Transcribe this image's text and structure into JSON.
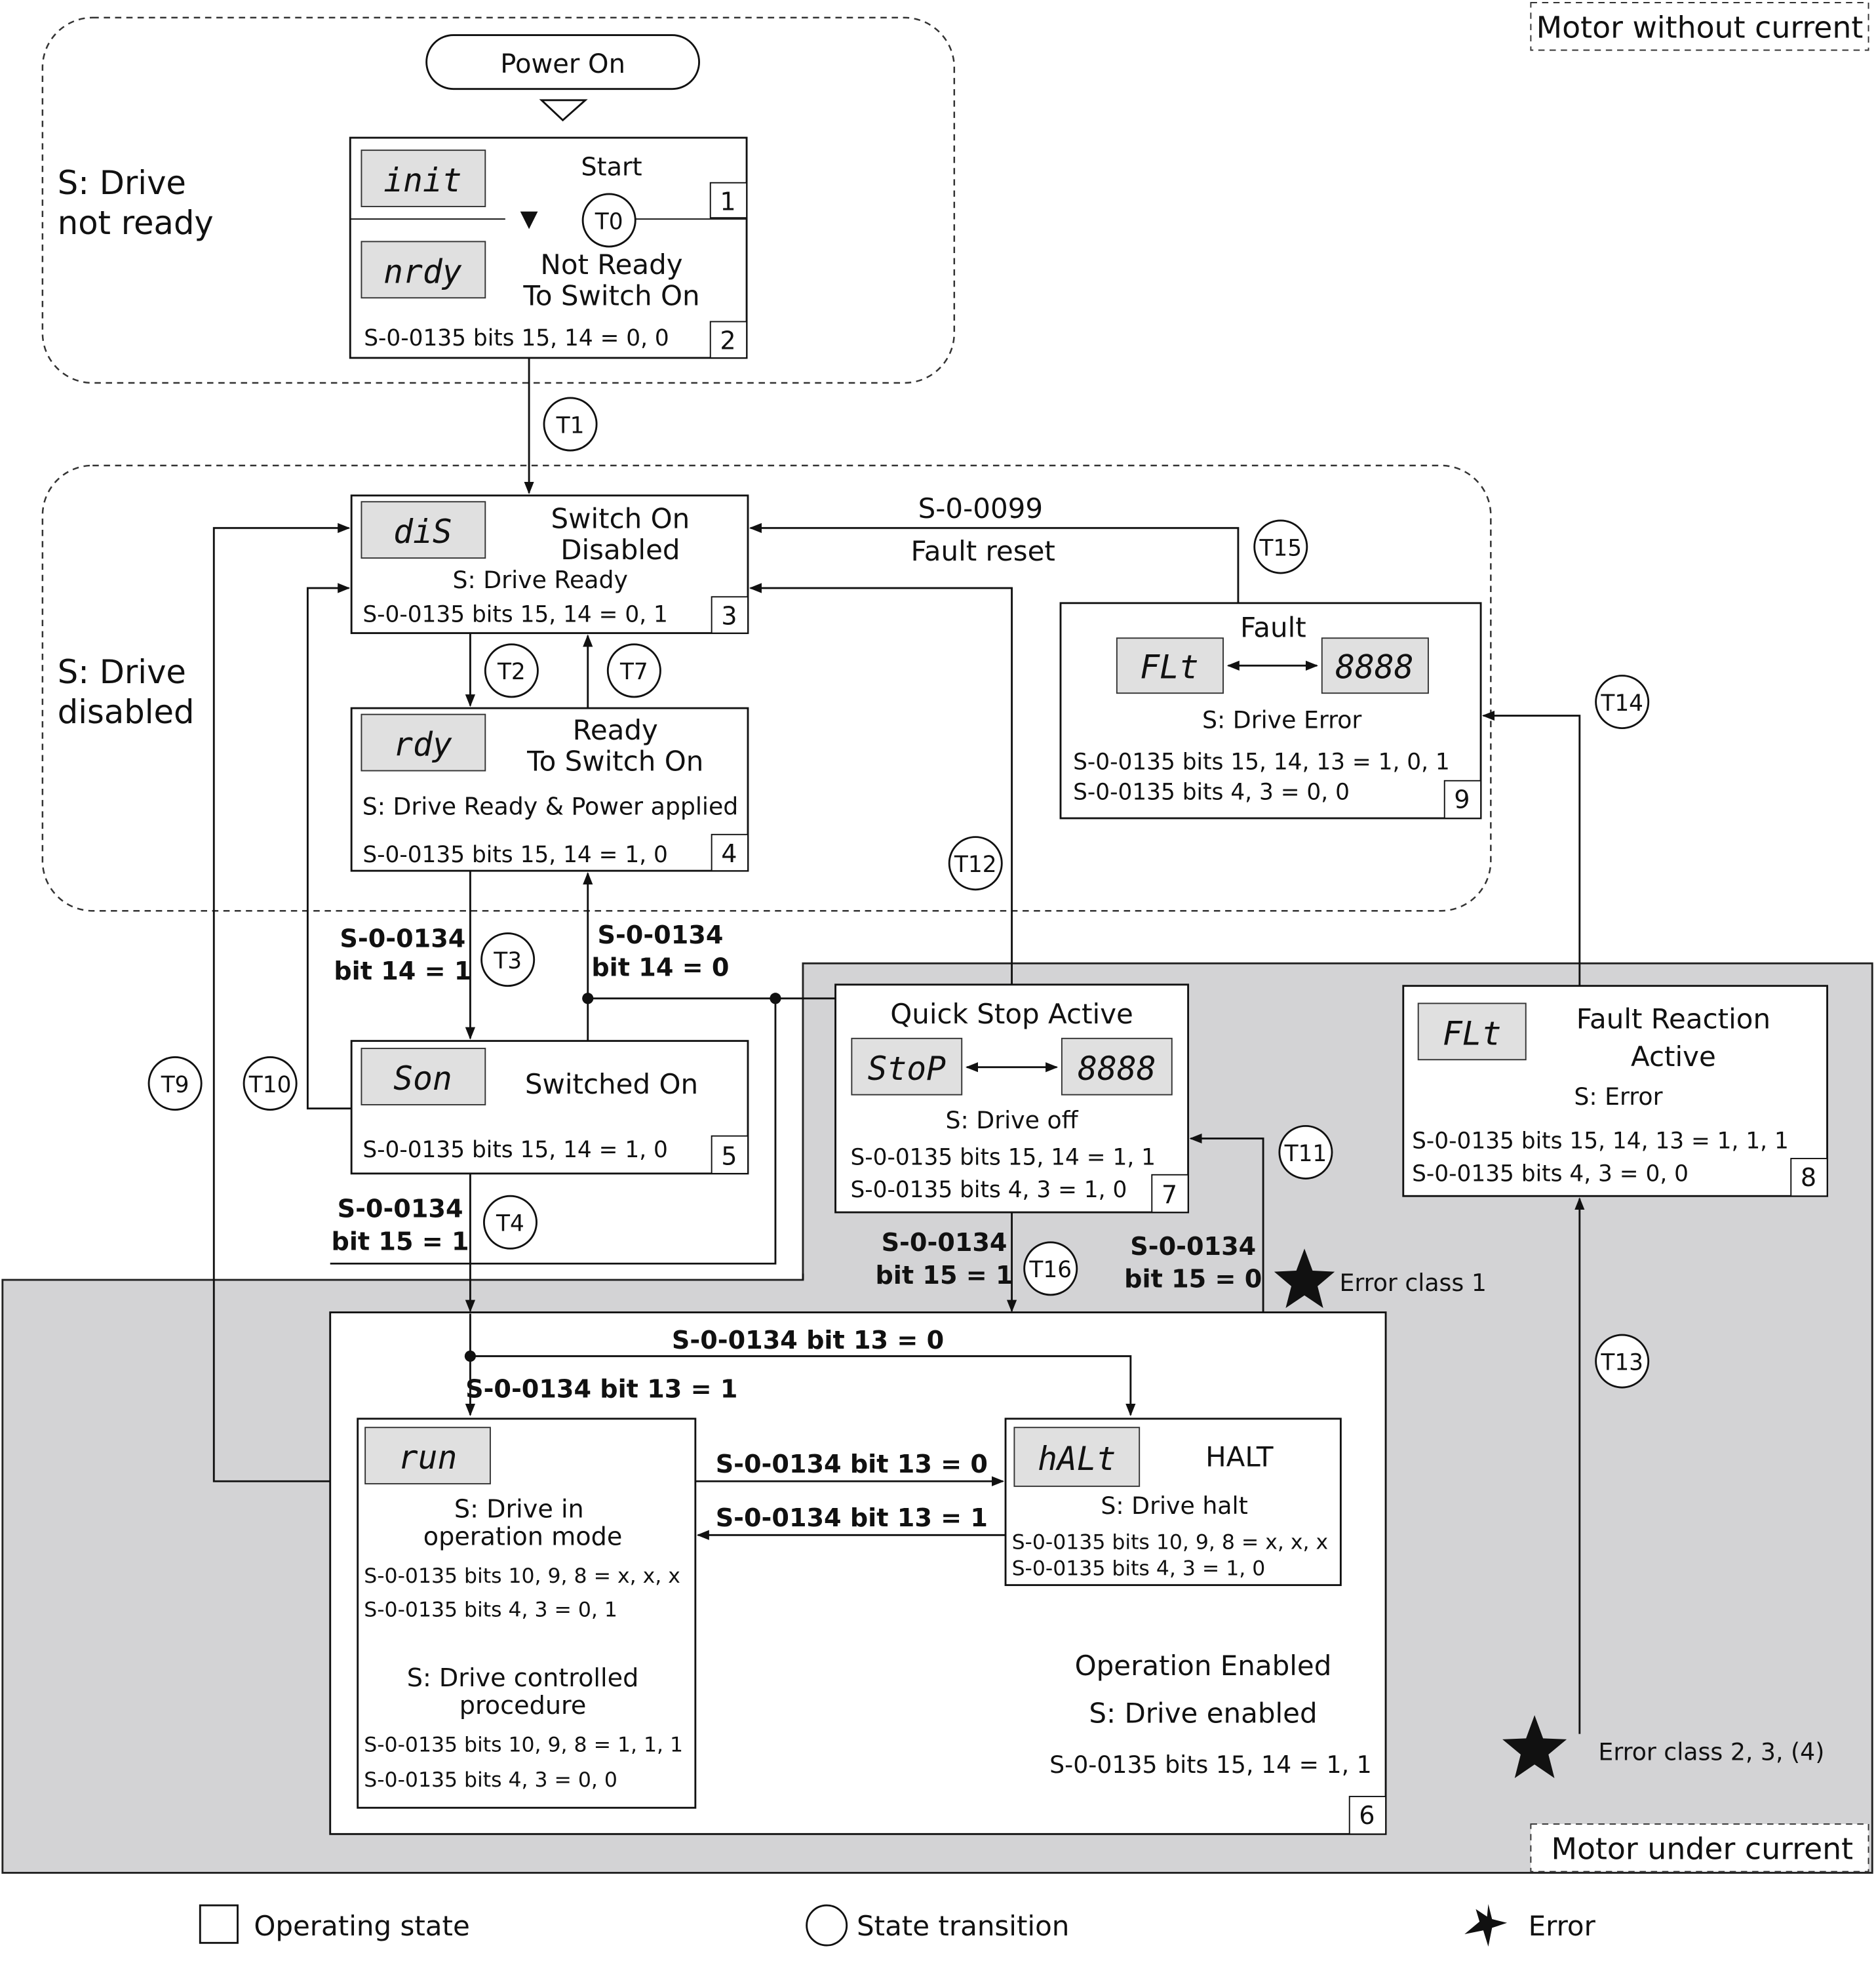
{
  "corner_labels": {
    "without_current": "Motor without current",
    "under_current": "Motor under current"
  },
  "groups": {
    "not_ready": {
      "line1": "S: Drive",
      "line2": "not ready"
    },
    "disabled": {
      "line1": "S: Drive",
      "line2": "disabled"
    }
  },
  "power_on": "Power On",
  "states": {
    "s1": {
      "display": "init",
      "title": "Start",
      "number": "1"
    },
    "s2": {
      "display": "nrdy",
      "title1": "Not Ready",
      "title2": "To Switch On",
      "bits": "S-0-0135 bits 15, 14 = 0, 0",
      "number": "2"
    },
    "s3": {
      "display": "diS",
      "title1": "Switch On",
      "title2": "Disabled",
      "status": "S: Drive Ready",
      "bits": "S-0-0135 bits 15, 14 = 0, 1",
      "number": "3"
    },
    "s4": {
      "display": "rdy",
      "title1": "Ready",
      "title2": "To Switch On",
      "status": "S: Drive Ready & Power applied",
      "bits": "S-0-0135 bits 15, 14 = 1, 0",
      "number": "4"
    },
    "s5": {
      "display": "Son",
      "title": "Switched On",
      "bits": "S-0-0135 bits 15, 14 = 1, 0",
      "number": "5"
    },
    "s6": {
      "title": "Operation Enabled",
      "status": "S: Drive enabled",
      "bits": "S-0-0135 bits 15, 14 = 1, 1",
      "number": "6"
    },
    "s7": {
      "display": "StoP",
      "display2": "8888",
      "title": "Quick Stop Active",
      "status": "S: Drive off",
      "bits1": "S-0-0135 bits 15, 14 = 1, 1",
      "bits2": "S-0-0135 bits 4, 3 = 1, 0",
      "number": "7"
    },
    "s8": {
      "display": "FLt",
      "title1": "Fault Reaction",
      "title2": "Active",
      "status": "S: Error",
      "bits1": "S-0-0135 bits 15, 14, 13 = 1, 1, 1",
      "bits2": "S-0-0135 bits 4, 3 = 0, 0",
      "number": "8"
    },
    "s9": {
      "display": "FLt",
      "display2": "8888",
      "title": "Fault",
      "status": "S: Drive Error",
      "bits1": "S-0-0135 bits 15, 14, 13 = 1, 0, 1",
      "bits2": "S-0-0135 bits 4, 3 = 0, 0",
      "number": "9"
    },
    "run": {
      "display": "run",
      "status1a": "S: Drive in",
      "status1b": "operation mode",
      "bits1a": "S-0-0135 bits 10, 9, 8 = x, x, x",
      "bits1b": "S-0-0135 bits 4, 3 = 0, 1",
      "status2a": "S: Drive controlled",
      "status2b": "procedure",
      "bits2a": "S-0-0135 bits 10, 9, 8 = 1, 1, 1",
      "bits2b": "S-0-0135 bits 4, 3 = 0, 0"
    },
    "halt": {
      "display": "hALt",
      "title": "HALT",
      "status": "S: Drive halt",
      "bits1": "S-0-0135 bits 10, 9, 8 = x, x, x",
      "bits2": "S-0-0135 bits 4, 3 = 1, 0"
    }
  },
  "transitions": {
    "t0": "T0",
    "t1": "T1",
    "t2": "T2",
    "t3": "T3",
    "t4": "T4",
    "t7": "T7",
    "t9": "T9",
    "t10": "T10",
    "t11": "T11",
    "t12": "T12",
    "t13": "T13",
    "t14": "T14",
    "t15": "T15",
    "t16": "T16"
  },
  "conditions": {
    "fault_reset_param": "S-0-0099",
    "fault_reset": "Fault reset",
    "t3a": "S-0-0134",
    "t3b": "bit 14 = 1",
    "t7a": "S-0-0134",
    "t7b": "bit 14 = 0",
    "t4a": "S-0-0134",
    "t4b": "bit 15 = 1",
    "t16a": "S-0-0134",
    "t16b": "bit 15 = 1",
    "t11a": "S-0-0134",
    "t11b": "bit 15 = 0",
    "split_halt": "S-0-0134 bit 13 = 0",
    "split_run": "S-0-0134 bit 13 = 1",
    "run_to_halt": "S-0-0134 bit 13 = 0",
    "halt_to_run": "S-0-0134 bit 13 = 1"
  },
  "errors": {
    "class1": "Error class 1",
    "class234": "Error class 2, 3, (4)"
  },
  "legend": {
    "state": "Operating state",
    "transition": "State transition",
    "error": "Error"
  }
}
